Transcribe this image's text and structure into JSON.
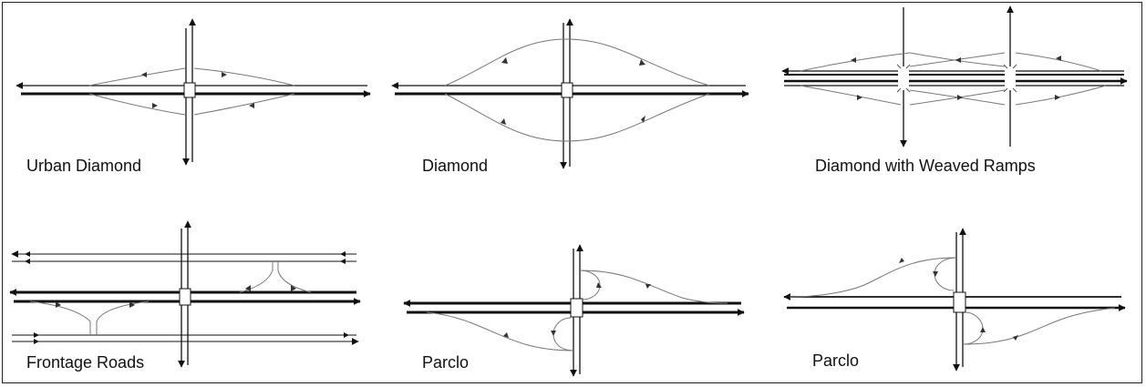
{
  "figure": {
    "panels": [
      {
        "caption": "Urban Diamond"
      },
      {
        "caption": "Diamond"
      },
      {
        "caption": "Diamond with Weaved Ramps"
      },
      {
        "caption": "Frontage Roads"
      },
      {
        "caption": "Parclo"
      },
      {
        "caption": "Parclo"
      }
    ]
  },
  "colors": {
    "road": "#111111",
    "ramp": "#777777",
    "border": "#222222"
  }
}
